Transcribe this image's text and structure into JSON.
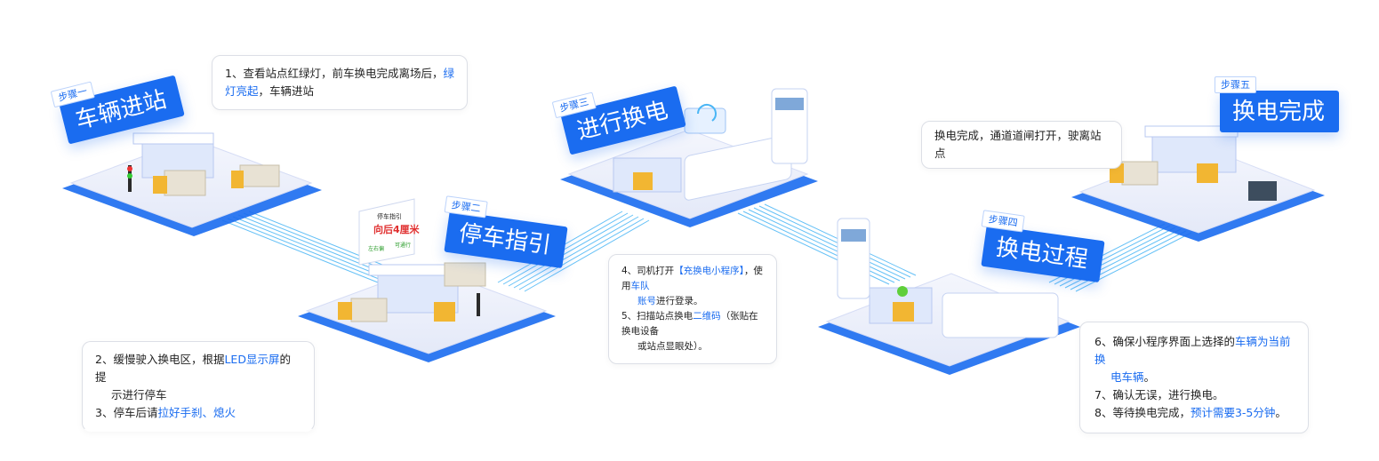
{
  "steps": [
    {
      "step_label": "步骤一",
      "title": "车辆进站"
    },
    {
      "step_label": "步骤二",
      "title": "停车指引"
    },
    {
      "step_label": "步骤三",
      "title": "进行换电"
    },
    {
      "step_label": "步骤四",
      "title": "换电过程"
    },
    {
      "step_label": "步骤五",
      "title": "换电完成"
    }
  ],
  "notes": {
    "n1": {
      "a": "1、查看站点红绿灯，前车换电完成离场后，",
      "b": "绿",
      "c": "灯亮起",
      "d": "，车辆进站"
    },
    "n2": {
      "l1a": "2、缓慢驶入换电区，根据",
      "l1b": "LED显示屏",
      "l1c": "的提",
      "l2": "示进行停车",
      "l3a": "3、停车后请",
      "l3b": "拉好手刹、熄火"
    },
    "n3": {
      "l1a": "4、司机打开",
      "l1b": "【充换电小程序】",
      "l1c": "，使用",
      "l1d": "车队",
      "l2a": "账号",
      "l2b": "进行登录。",
      "l3a": "5、扫描站点换电",
      "l3b": "二维码",
      "l3c": "（张贴在换电设备",
      "l4": "或站点显眼处）。"
    },
    "n4": {
      "text": "换电完成，通道道闸打开，驶离站点"
    },
    "n5": {
      "l1a": "6、确保小程序界面上选择的",
      "l1b": "车辆为当前换",
      "l2": "电车辆",
      "l2c": "。",
      "l3": "7、确认无误，进行换电。",
      "l4a": "8、等待换电完成，",
      "l4b": "预计需要3-5分钟",
      "l4c": "。"
    }
  },
  "led_sign": {
    "top": "停车指引",
    "main": "向后4厘米",
    "left": "左右偏",
    "right": "可通行"
  },
  "colors": {
    "brand": "#1a6cf0",
    "platform": "#eef1fb",
    "platform_edge": "#c9d3f5",
    "line": "#3fb0f5"
  }
}
